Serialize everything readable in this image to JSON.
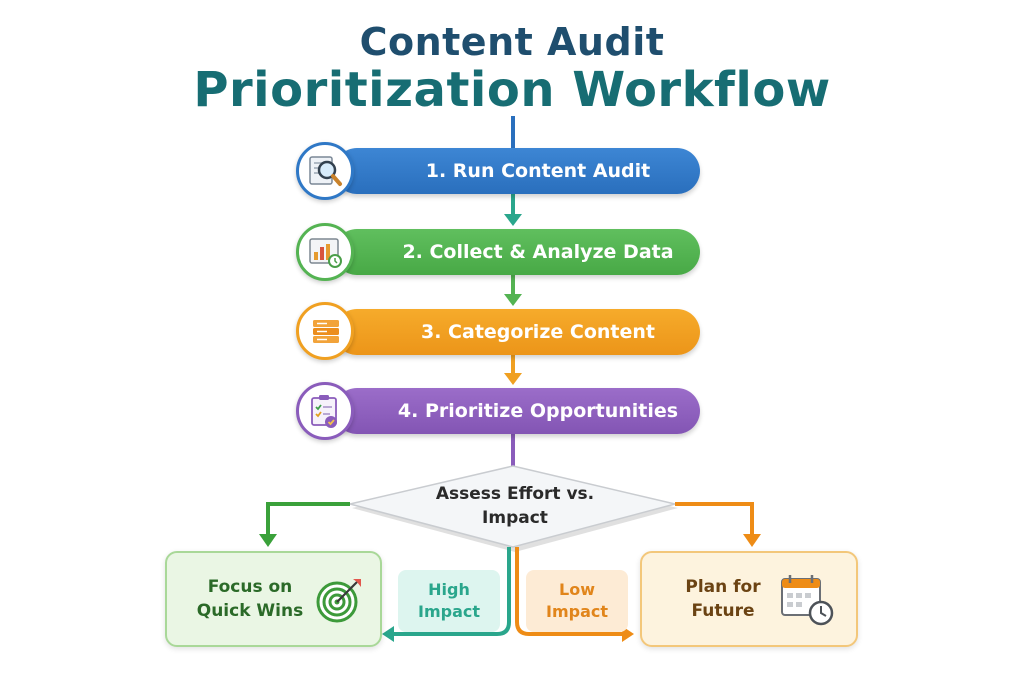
{
  "title": {
    "line1": "Content Audit",
    "line2": "Prioritization Workflow"
  },
  "steps": [
    {
      "label": "1. Run Content Audit",
      "icon": "magnifier-document-icon",
      "color": "#2f78c6"
    },
    {
      "label": "2. Collect & Analyze Data",
      "icon": "bar-chart-clock-icon",
      "color": "#54b352"
    },
    {
      "label": "3. Categorize Content",
      "icon": "stacked-folders-icon",
      "color": "#f0a021"
    },
    {
      "label": "4. Prioritize Opportunities",
      "icon": "clipboard-checklist-icon",
      "color": "#8a5cbb"
    }
  ],
  "decision": {
    "line1": "Assess Effort vs.",
    "line2": "Impact"
  },
  "branches": {
    "left": {
      "line1": "Focus on",
      "line2": "Quick Wins",
      "icon": "target-icon",
      "tag_line1": "High",
      "tag_line2": "Impact",
      "color": "#3aa13a"
    },
    "right": {
      "line1": "Plan for",
      "line2": "Future",
      "icon": "calendar-clock-icon",
      "tag_line1": "Low",
      "tag_line2": "Impact",
      "color": "#ee8c16"
    }
  }
}
